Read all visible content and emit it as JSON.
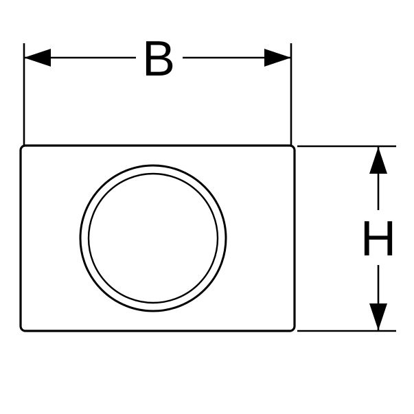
{
  "drawing": {
    "type": "technical-dimension-diagram",
    "subject": "rectangular flush plate with circular button",
    "width_label": "B",
    "height_label": "H",
    "colors": {
      "line": "#000000",
      "background": "#ffffff"
    }
  }
}
